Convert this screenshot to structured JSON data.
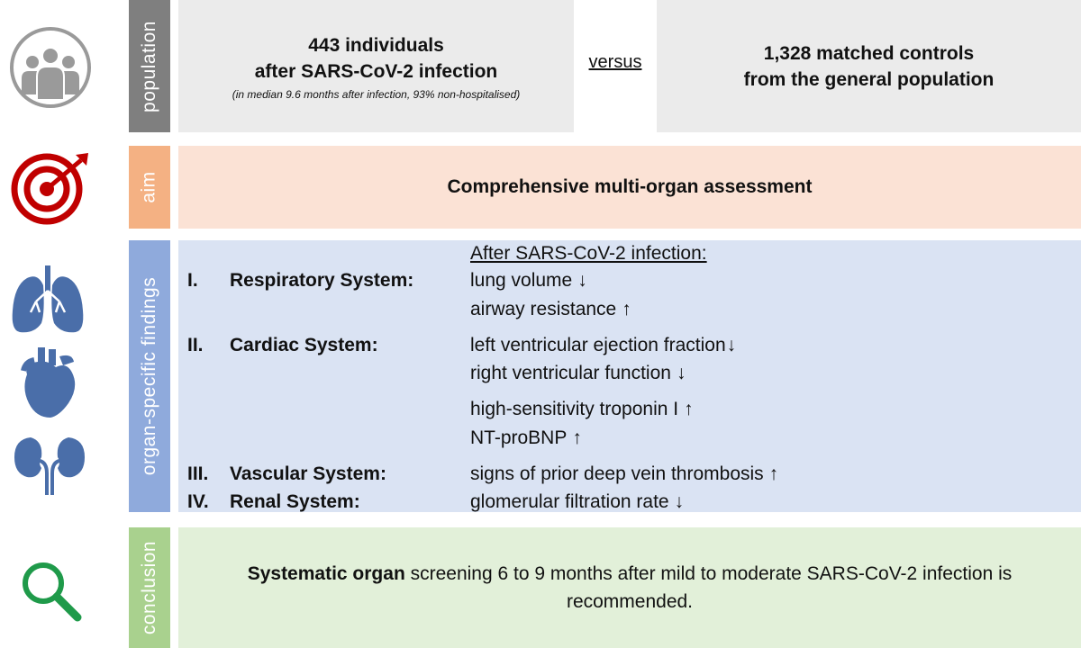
{
  "bands": {
    "population": "population",
    "aim": "aim",
    "organ": "organ-specific findings",
    "conclusion": "conclusion"
  },
  "population": {
    "left_line1": "443 individuals",
    "left_line2": "after SARS-CoV-2 infection",
    "left_note": "(in median 9.6 months after infection, 93% non-hospitalised)",
    "versus": "versus",
    "right_line1": "1,328 matched controls",
    "right_line2": "from the general population"
  },
  "aim": {
    "text": "Comprehensive multi-organ assessment"
  },
  "findings": {
    "header": "After SARS-CoV-2 infection:",
    "systems": [
      {
        "numeral": "I.",
        "name": "Respiratory System:"
      },
      {
        "numeral": "II.",
        "name": "Cardiac System:"
      },
      {
        "numeral": "III.",
        "name": "Vascular System:"
      },
      {
        "numeral": "IV.",
        "name": "Renal System:"
      }
    ],
    "items": [
      {
        "text": "lung volume",
        "arrow": "↓"
      },
      {
        "text": "airway resistance",
        "arrow": "↑"
      },
      {
        "text": "left ventricular ejection fraction",
        "arrow": "↓"
      },
      {
        "text": "right ventricular function",
        "arrow": "↓"
      },
      {
        "text": "high-sensitivity troponin I",
        "arrow": "↑"
      },
      {
        "text": "NT-proBNP",
        "arrow": "↑"
      },
      {
        "text": "signs of prior deep vein thrombosis",
        "arrow": "↑"
      },
      {
        "text": "glomerular filtration rate",
        "arrow": "↓"
      }
    ]
  },
  "conclusion": {
    "bold": "Systematic organ",
    "rest": " screening 6 to 9 months after mild to moderate SARS-CoV-2 infection is recommended."
  },
  "icons": {
    "population": "people-group-icon",
    "aim": "target-arrow-icon",
    "lungs": "lungs-icon",
    "heart": "heart-icon",
    "kidneys": "kidneys-icon",
    "conclusion": "magnifier-icon"
  },
  "colors": {
    "population_band": "#7f7f7f",
    "aim_band": "#f4b183",
    "organ_band": "#8faadc",
    "conclusion_band": "#a9d18e",
    "icon_blue": "#4a6ea9",
    "target_red": "#c00000",
    "magnifier_green": "#1f9a4a"
  }
}
